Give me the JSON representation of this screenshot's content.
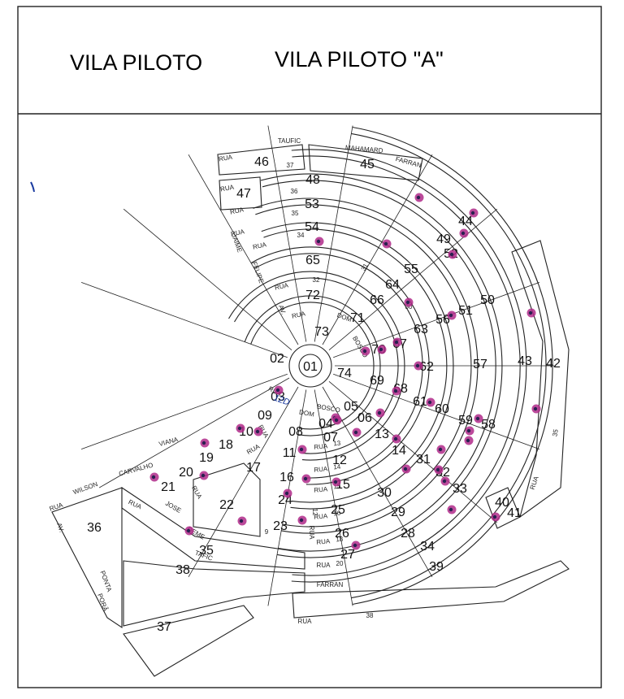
{
  "header": {
    "title_left": "VILA PILOTO",
    "title_right": "VILA PILOTO \"A\""
  },
  "annotation": "12D",
  "colors": {
    "line": "#222222",
    "marker": "#b02a8a",
    "marker_core": "#2a2050",
    "annotation": "#1a3aa0"
  },
  "lots": [
    {
      "label": "01",
      "role": "center-lot"
    },
    {
      "label": "02"
    },
    {
      "label": "03"
    },
    {
      "label": "04"
    },
    {
      "label": "05"
    },
    {
      "label": "06"
    },
    {
      "label": "07"
    },
    {
      "label": "08"
    },
    {
      "label": "09"
    },
    {
      "label": "10"
    },
    {
      "label": "11"
    },
    {
      "label": "12"
    },
    {
      "label": "13"
    },
    {
      "label": "14"
    },
    {
      "label": "15"
    },
    {
      "label": "16"
    },
    {
      "label": "17"
    },
    {
      "label": "18"
    },
    {
      "label": "19"
    },
    {
      "label": "20"
    },
    {
      "label": "21"
    },
    {
      "label": "22"
    },
    {
      "label": "23"
    },
    {
      "label": "24"
    },
    {
      "label": "25"
    },
    {
      "label": "26"
    },
    {
      "label": "27"
    },
    {
      "label": "28"
    },
    {
      "label": "29"
    },
    {
      "label": "30"
    },
    {
      "label": "31"
    },
    {
      "label": "32"
    },
    {
      "label": "33"
    },
    {
      "label": "34"
    },
    {
      "label": "35"
    },
    {
      "label": "36"
    },
    {
      "label": "37"
    },
    {
      "label": "38"
    },
    {
      "label": "39"
    },
    {
      "label": "40"
    },
    {
      "label": "41"
    },
    {
      "label": "42"
    },
    {
      "label": "43"
    },
    {
      "label": "44"
    },
    {
      "label": "45"
    },
    {
      "label": "46"
    },
    {
      "label": "47"
    },
    {
      "label": "48"
    },
    {
      "label": "49"
    },
    {
      "label": "50"
    },
    {
      "label": "51"
    },
    {
      "label": "52"
    },
    {
      "label": "53"
    },
    {
      "label": "54"
    },
    {
      "label": "55"
    },
    {
      "label": "56"
    },
    {
      "label": "57"
    },
    {
      "label": "58"
    },
    {
      "label": "59"
    },
    {
      "label": "60"
    },
    {
      "label": "61"
    },
    {
      "label": "62"
    },
    {
      "label": "63"
    },
    {
      "label": "64"
    },
    {
      "label": "65"
    },
    {
      "label": "66"
    },
    {
      "label": "67"
    },
    {
      "label": "68"
    },
    {
      "label": "69"
    },
    {
      "label": "70"
    },
    {
      "label": "71"
    },
    {
      "label": "72"
    },
    {
      "label": "73"
    },
    {
      "label": "74"
    }
  ],
  "streets": [
    {
      "text": "RUA"
    },
    {
      "text": "TAUFIC"
    },
    {
      "text": "MAHAMARD"
    },
    {
      "text": "FARRAN"
    },
    {
      "text": "RUA"
    },
    {
      "text": "37"
    },
    {
      "text": "RUA"
    },
    {
      "text": "36"
    },
    {
      "text": "RUA"
    },
    {
      "text": "35"
    },
    {
      "text": "RUA"
    },
    {
      "text": "34"
    },
    {
      "text": "JAIME"
    },
    {
      "text": "FELIPE"
    },
    {
      "text": "RUA"
    },
    {
      "text": "32"
    },
    {
      "text": "AV."
    },
    {
      "text": "RUA"
    },
    {
      "text": "DOM"
    },
    {
      "text": "BOSCO"
    },
    {
      "text": "RUA"
    },
    {
      "text": "DOM"
    },
    {
      "text": "BOSCO"
    },
    {
      "text": "RUA"
    },
    {
      "text": "13"
    },
    {
      "text": "RUA"
    },
    {
      "text": "14"
    },
    {
      "text": "RUA"
    },
    {
      "text": "15"
    },
    {
      "text": "RUA"
    },
    {
      "text": "16"
    },
    {
      "text": "RUA"
    },
    {
      "text": "18"
    },
    {
      "text": "RUA"
    },
    {
      "text": "20"
    },
    {
      "text": "FARRAN"
    },
    {
      "text": "RUA"
    },
    {
      "text": "38"
    },
    {
      "text": "CARVALHO"
    },
    {
      "text": "VIANA"
    },
    {
      "text": "RUA"
    },
    {
      "text": "WILSON"
    },
    {
      "text": "RUA"
    },
    {
      "text": "JOSE"
    },
    {
      "text": "DEME"
    },
    {
      "text": "TAFIC"
    },
    {
      "text": "AV."
    },
    {
      "text": "PONTA"
    },
    {
      "text": "PORÃ"
    },
    {
      "text": "RUA"
    },
    {
      "text": "9"
    },
    {
      "text": "RUA"
    },
    {
      "text": "12"
    },
    {
      "text": "RUA"
    },
    {
      "text": "35"
    },
    {
      "text": "31"
    },
    {
      "text": "30"
    },
    {
      "text": "RUA"
    },
    {
      "text": "RUA"
    }
  ],
  "markers_count": 44
}
